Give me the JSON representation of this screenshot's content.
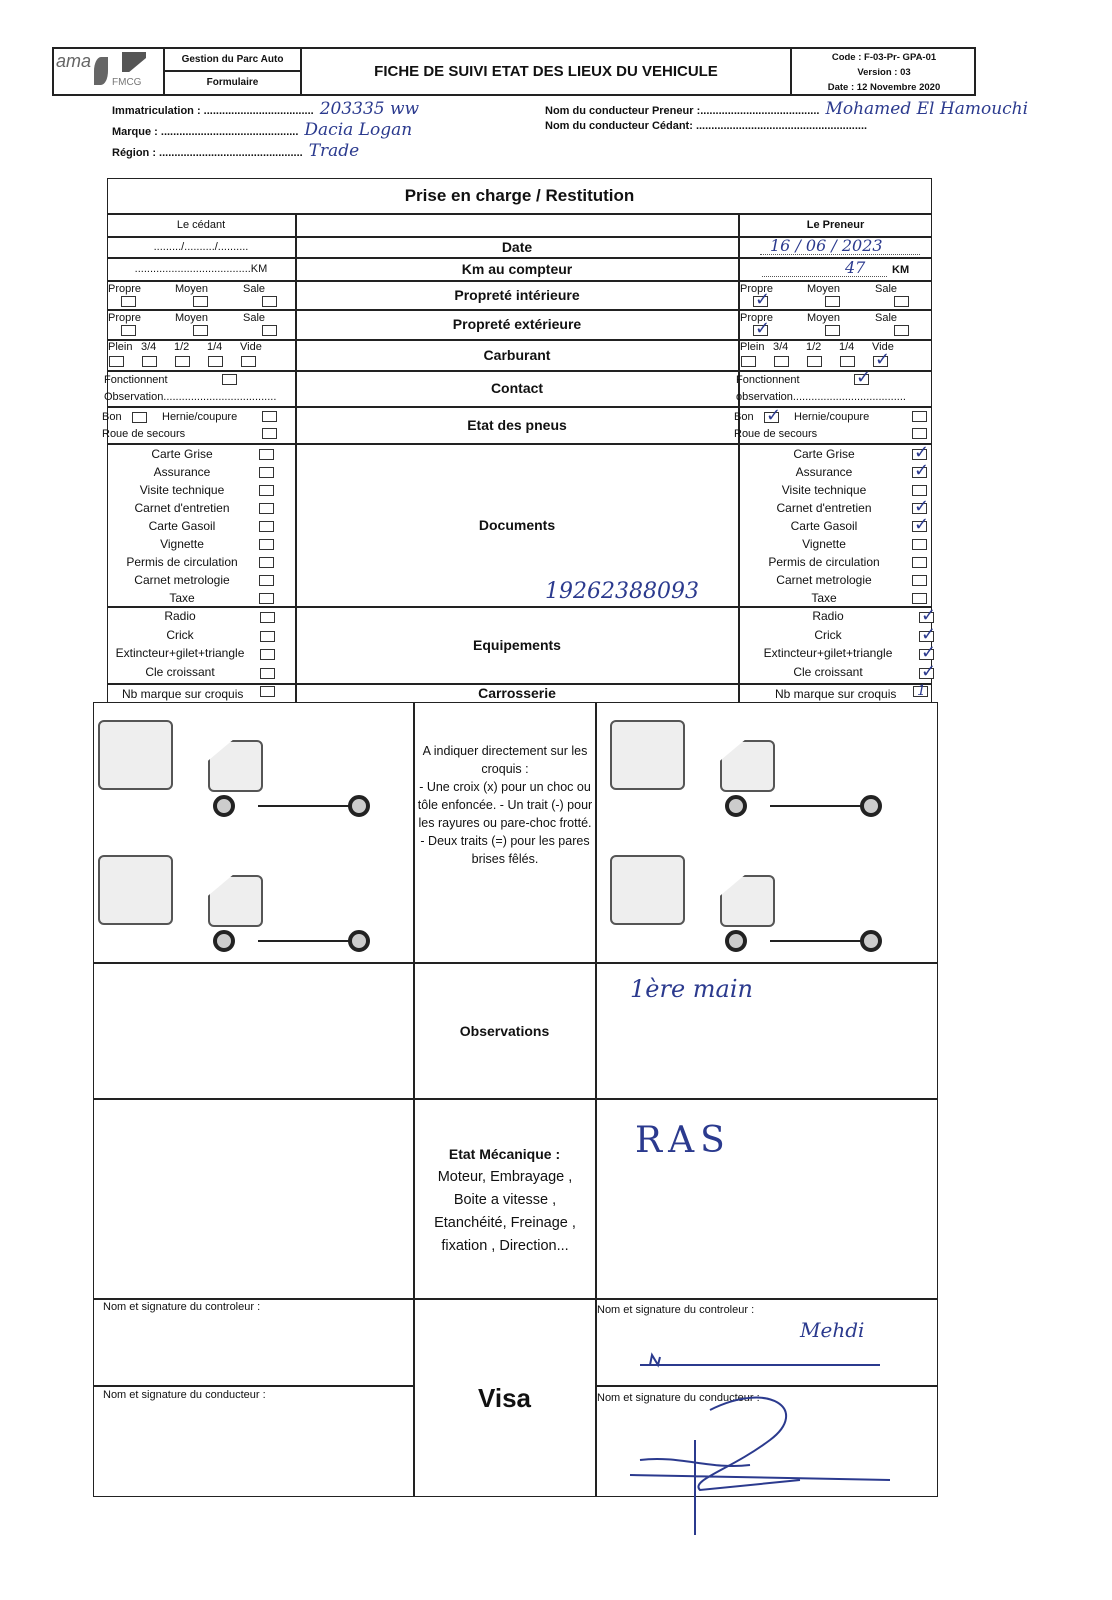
{
  "header": {
    "logo_text": "ama",
    "logo_sub": "FMCG",
    "dept": "Gestion du Parc Auto",
    "form_type": "Formulaire",
    "title": "FICHE DE SUIVI ETAT DES LIEUX DU VEHICULE",
    "code": "Code : F-03-Pr- GPA-01",
    "version": "Version : 03",
    "date": "Date : 12 Novembre 2020"
  },
  "info": {
    "immat_label": "Immatriculation : ....................................",
    "immat_value": "203335 ww",
    "marque_label": "Marque : .............................................",
    "marque_value": "Dacia Logan",
    "region_label": "Région : ...............................................",
    "region_value": "Trade",
    "preneur_label": "Nom du conducteur Preneur :.......................................",
    "preneur_value": "Mohamed El Hamouchi",
    "cedant_label": "Nom du conducteur Cédant: ........................................................"
  },
  "table": {
    "title": "Prise en charge / Restitution",
    "left_head": "Le cédant",
    "right_head": "Le Preneur",
    "rows": {
      "date": "Date",
      "km": "Km au compteur",
      "prop_int": "Propreté intérieure",
      "prop_ext": "Propreté extérieure",
      "carburant": "Carburant",
      "contact": "Contact",
      "pneus": "Etat des pneus",
      "documents": "Documents",
      "equipements": "Equipements",
      "carrosserie": "Carrosserie"
    },
    "date_blank": "........./........../..........",
    "date_value": "16 / 06 / 2023",
    "km_blank": "......................................KM",
    "km_value": "47",
    "km_unit": "KM",
    "propre": "Propre",
    "moyen": "Moyen",
    "sale": "Sale",
    "fuel": [
      "Plein",
      "3/4",
      "1/2",
      "1/4",
      "Vide"
    ],
    "fonctionnent": "Fonctionnent",
    "observation_left": "Observation.....................................",
    "observation_right": "observation.....................................",
    "bon": "Bon",
    "hernie": "Hernie/coupure",
    "roue": "Roue de secours",
    "documents": [
      "Carte Grise",
      "Assurance",
      "Visite technique",
      "Carnet d'entretien",
      "Carte Gasoil",
      "Vignette",
      "Permis de circulation",
      "Carnet metrologie",
      "Taxe"
    ],
    "documents_checked_right": [
      true,
      true,
      false,
      true,
      true,
      false,
      false,
      false,
      false
    ],
    "doc_number": "19262388093",
    "equipements": [
      "Radio",
      "Crick",
      "Extincteur+gilet+triangle",
      "Cle croissant"
    ],
    "equipements_checked_right": [
      true,
      true,
      true,
      true
    ],
    "nb_marque": "Nb marque sur croquis",
    "nb_marque_value_right": "1"
  },
  "croquis": {
    "instructions": [
      "A indiquer directement sur les croquis :",
      "- Une croix (x) pour un choc ou tôle enfoncée.          - Un trait (-) pour les rayures ou pare-choc frotté.",
      "- Deux traits (=) pour les pares brises fêlés."
    ]
  },
  "observations": {
    "label": "Observations",
    "value_right": "1ère main"
  },
  "mecanique": {
    "title": "Etat Mécanique :",
    "details": "Moteur, Embrayage , Boite a vitesse , Etanchéité, Freinage , fixation , Direction...",
    "value_right": "RAS"
  },
  "signatures": {
    "controleur": "Nom et signature du controleur :",
    "conducteur": "Nom et signature du conducteur :",
    "visa": "Visa",
    "controleur_value_right": "Mehdi"
  },
  "colors": {
    "ink": "#2b3a8e",
    "border": "#222222"
  }
}
